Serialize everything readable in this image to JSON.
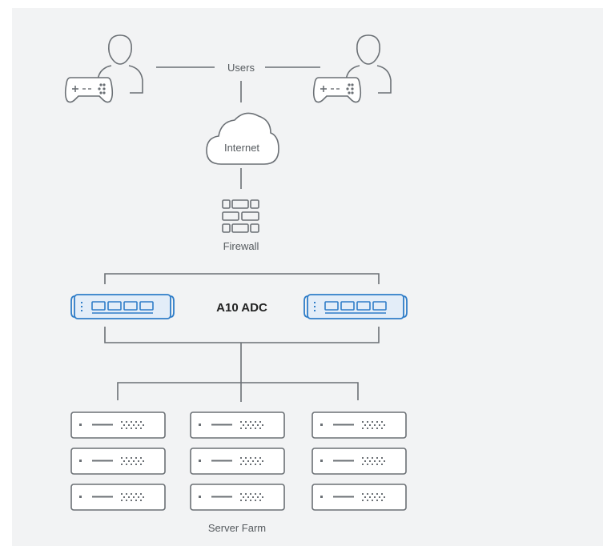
{
  "labels": {
    "users": "Users",
    "internet": "Internet",
    "firewall": "Firewall",
    "adc": "A10 ADC",
    "server_farm": "Server Farm"
  },
  "nodes": {
    "users": [
      {
        "name": "gamer-user-left",
        "icon": "user-gamepad-icon"
      },
      {
        "name": "gamer-user-right",
        "icon": "user-gamepad-icon"
      }
    ],
    "internet": {
      "icon": "cloud-icon"
    },
    "firewall": {
      "icon": "brick-wall-icon"
    },
    "adc_appliances": [
      {
        "name": "adc-appliance-left",
        "icon": "appliance-icon"
      },
      {
        "name": "adc-appliance-right",
        "icon": "appliance-icon"
      }
    ],
    "server_columns": [
      {
        "name": "server-column-1",
        "servers": 3,
        "icon": "server-rack-icon"
      },
      {
        "name": "server-column-2",
        "servers": 3,
        "icon": "server-rack-icon"
      },
      {
        "name": "server-column-3",
        "servers": 3,
        "icon": "server-rack-icon"
      }
    ]
  },
  "colors": {
    "background": "#f2f3f4",
    "line": "#6b7075",
    "appliance_accent": "#2f7dc8",
    "appliance_fill": "#e3edf8"
  }
}
